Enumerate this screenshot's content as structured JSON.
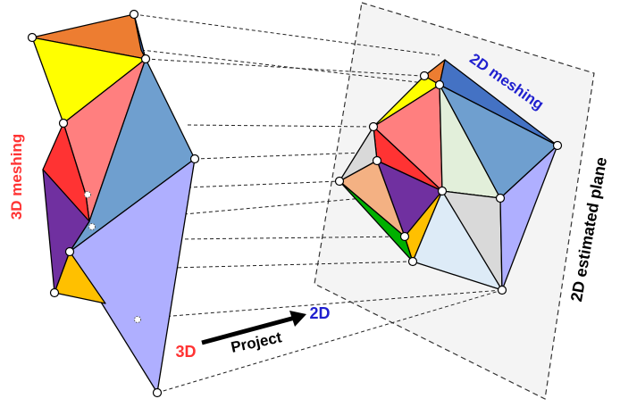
{
  "labels": {
    "mesh3d": "3D meshing",
    "mesh2d": "2D meshing",
    "plane": "2D estimated plane",
    "project": "Project",
    "from": "3D",
    "to": "2D"
  },
  "colors": {
    "orange": "#ED7D31",
    "yellow": "#FFFF00",
    "pink": "#FF7F7F",
    "red": "#FF3333",
    "steel_blue": "#6F9FCF",
    "purple": "#7030A0",
    "lavender": "#AFAFFF",
    "amber": "#FFC000",
    "dark_blue": "#4472C4",
    "pale_green": "#E2EFDA",
    "light_gray": "#D9D9D9",
    "peach": "#F4B183",
    "green": "#00B000",
    "pale_blue": "#DDEBF7",
    "label_red": "#FF3333",
    "label_blue": "#1F1FCF",
    "plane_fill": "#F4F4F4"
  }
}
